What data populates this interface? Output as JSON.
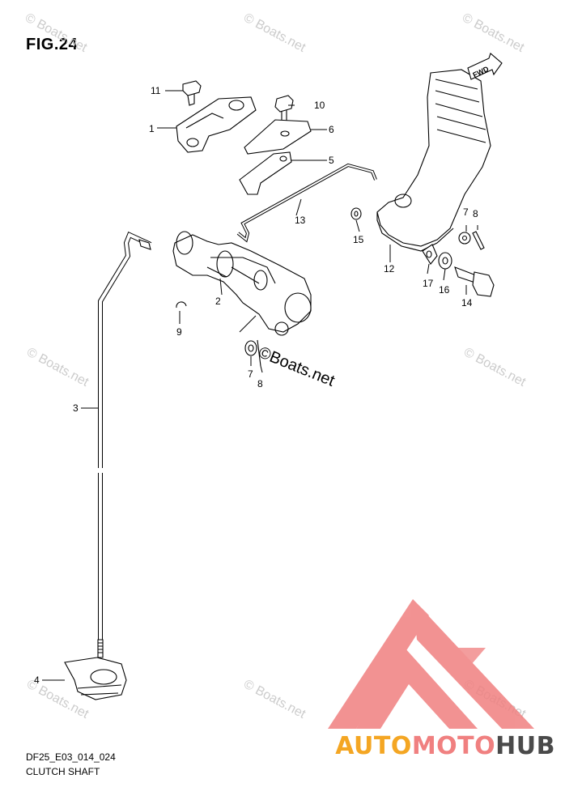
{
  "figure": {
    "title": "FIG.24",
    "code": "DF25_E03_014_024",
    "name": "CLUTCH SHAFT"
  },
  "watermark": {
    "text": "© Boats.net",
    "center_text": "©Boats.net",
    "color": "#c8c8c8"
  },
  "brand": {
    "part1": "AUTO",
    "part2": "MOTO",
    "part3": "HUB",
    "colors": {
      "part1": "#f4a623",
      "part2": "#f08080",
      "part3": "#4a4a4a",
      "logo": "#f08080"
    }
  },
  "fwd_label": "FWD",
  "callouts": [
    {
      "id": "c1",
      "label": "1"
    },
    {
      "id": "c2",
      "label": "2"
    },
    {
      "id": "c3",
      "label": "3"
    },
    {
      "id": "c4",
      "label": "4"
    },
    {
      "id": "c5",
      "label": "5"
    },
    {
      "id": "c6",
      "label": "6"
    },
    {
      "id": "c7a",
      "label": "7"
    },
    {
      "id": "c7b",
      "label": "7"
    },
    {
      "id": "c8a",
      "label": "8"
    },
    {
      "id": "c8b",
      "label": "8"
    },
    {
      "id": "c9",
      "label": "9"
    },
    {
      "id": "c10",
      "label": "10"
    },
    {
      "id": "c11",
      "label": "11"
    },
    {
      "id": "c12",
      "label": "12"
    },
    {
      "id": "c13",
      "label": "13"
    },
    {
      "id": "c14",
      "label": "14"
    },
    {
      "id": "c15",
      "label": "15"
    },
    {
      "id": "c16",
      "label": "16"
    },
    {
      "id": "c17",
      "label": "17"
    }
  ]
}
